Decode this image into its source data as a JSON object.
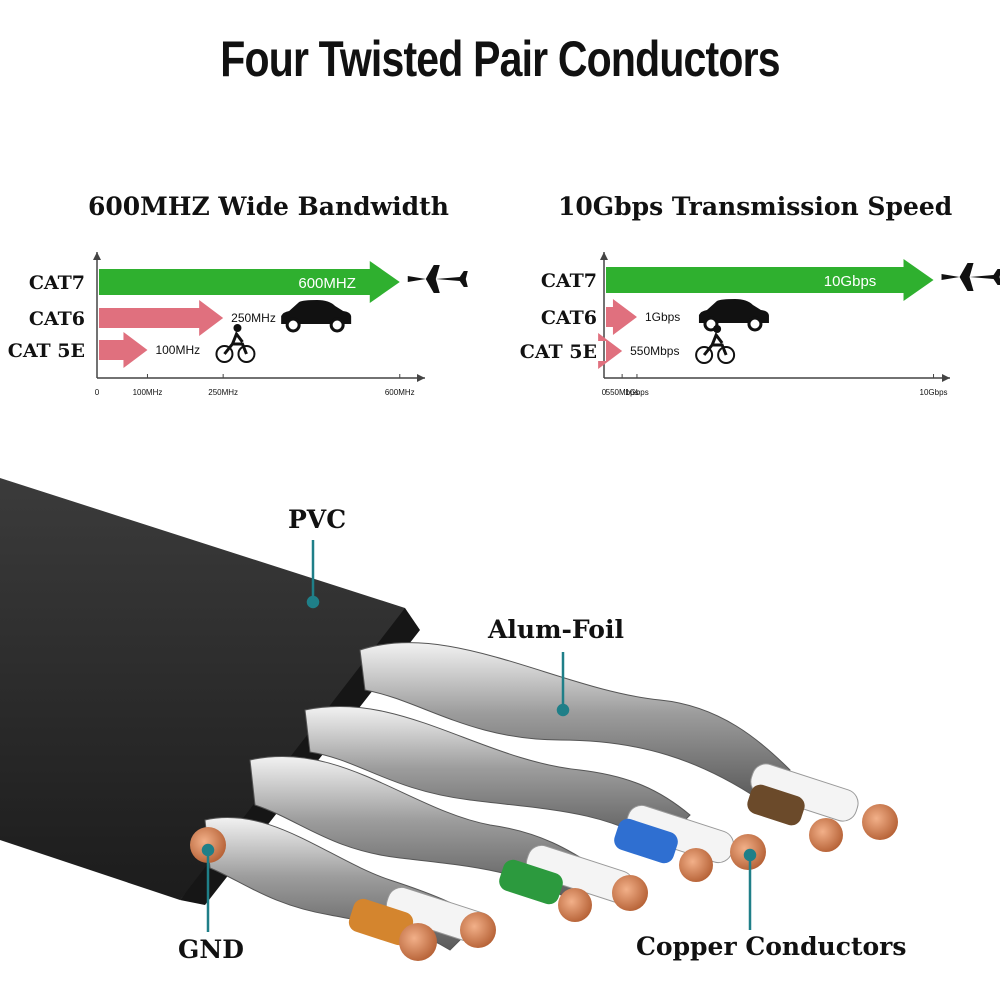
{
  "title": "Four Twisted Pair Conductors",
  "colors": {
    "cat7_arrow": "#2fb02f",
    "cat_arrow": "#e0707e",
    "axis": "#444444",
    "callout_line": "#1f7f88",
    "cable_jacket": "#2a2a2a",
    "pair_orange": "#d4852e",
    "pair_green": "#2c9a3e",
    "pair_blue": "#2f6fd1",
    "pair_brown": "#6b4a2a",
    "copper": "#c7744a"
  },
  "chart_data": [
    {
      "type": "bar",
      "title": "600MHZ Wide Bandwidth",
      "categories": [
        "CAT7",
        "CAT6",
        "CAT 5E"
      ],
      "values": [
        600,
        250,
        100
      ],
      "value_labels": [
        "600MHZ",
        "250MHz",
        "100MHz"
      ],
      "icons": [
        "jet-icon",
        "car-icon",
        "bicycle-icon"
      ],
      "x_ticks": [
        "0",
        "100MHz",
        "250MHz",
        "600MHz"
      ],
      "x_tick_values": [
        0,
        100,
        250,
        600
      ],
      "xlim": [
        0,
        650
      ]
    },
    {
      "type": "bar",
      "title": "10Gbps Transmission Speed",
      "categories": [
        "CAT7",
        "CAT6",
        "CAT 5E"
      ],
      "values": [
        10,
        1,
        0.55
      ],
      "value_labels": [
        "10Gbps",
        "1Gbps",
        "550Mbps"
      ],
      "icons": [
        "jet-icon",
        "car-icon",
        "bicycle-icon"
      ],
      "x_ticks": [
        "0",
        "550Mbps",
        "1Gbps",
        "10Gbps"
      ],
      "x_tick_values": [
        0,
        0.55,
        1,
        10
      ],
      "xlim": [
        0,
        10.5
      ]
    }
  ],
  "callouts": {
    "pvc": "PVC",
    "foil": "Alum-Foil",
    "gnd": "GND",
    "copper": "Copper Conductors"
  }
}
